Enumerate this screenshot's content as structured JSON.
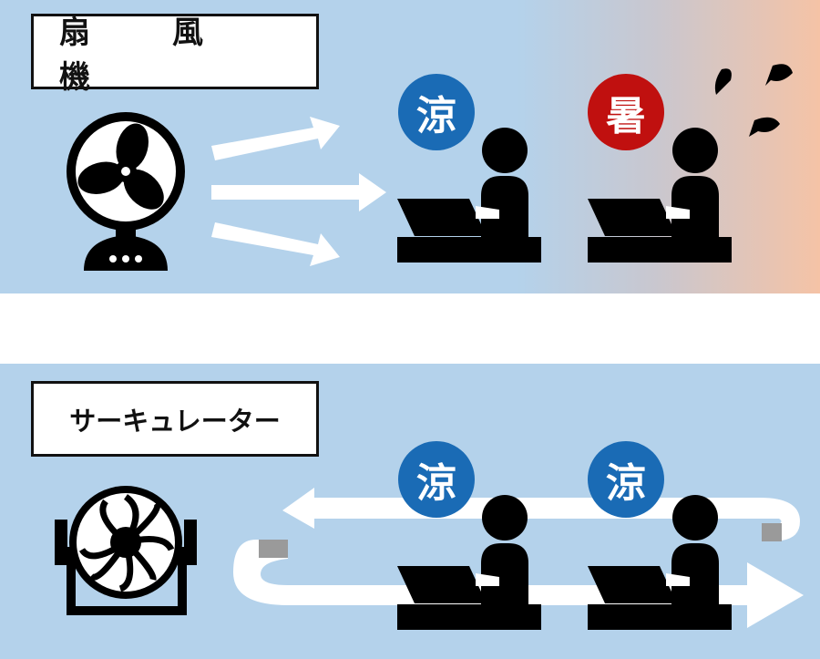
{
  "top": {
    "title": "扇　風　機",
    "badges": [
      {
        "text": "涼",
        "color": "#1a6bb5"
      },
      {
        "text": "暑",
        "color": "#c0100f"
      }
    ]
  },
  "bottom": {
    "title": "サーキュレーター",
    "badges": [
      {
        "text": "涼",
        "color": "#1a6bb5"
      },
      {
        "text": "涼",
        "color": "#1a6bb5"
      }
    ]
  },
  "icons": [
    "desk-fan-icon",
    "circulator-icon",
    "person-at-laptop-icon",
    "sweat-drop-icon",
    "airflow-arrow-icon",
    "air-loop-arrow-icon"
  ]
}
